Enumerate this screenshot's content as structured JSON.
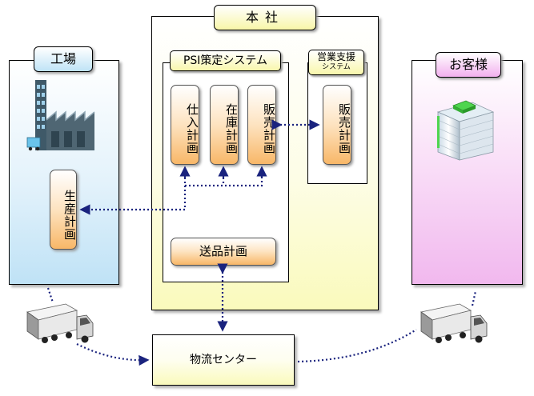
{
  "factory": {
    "title": "工場",
    "production_plan": "生産計画"
  },
  "headquarters": {
    "title": "本社",
    "psi_system": {
      "title": "PSI策定システム",
      "purchase_plan": "仕入計画",
      "inventory_plan": "在庫計画",
      "sales_plan": "販売計画",
      "shipping_plan": "送品計画"
    },
    "sales_support_system": {
      "title": "営業支援",
      "subtitle": "システム",
      "sales_plan": "販売計画"
    }
  },
  "customer": {
    "title": "お客様"
  },
  "logistics_center": {
    "label": "物流センター"
  },
  "colors": {
    "factory_panel": "#bfe2f6",
    "hq_panel": "#fafabc",
    "customer_panel": "#f1b8ee",
    "plan_box": "#f8b768",
    "connector": "#1a237e"
  }
}
